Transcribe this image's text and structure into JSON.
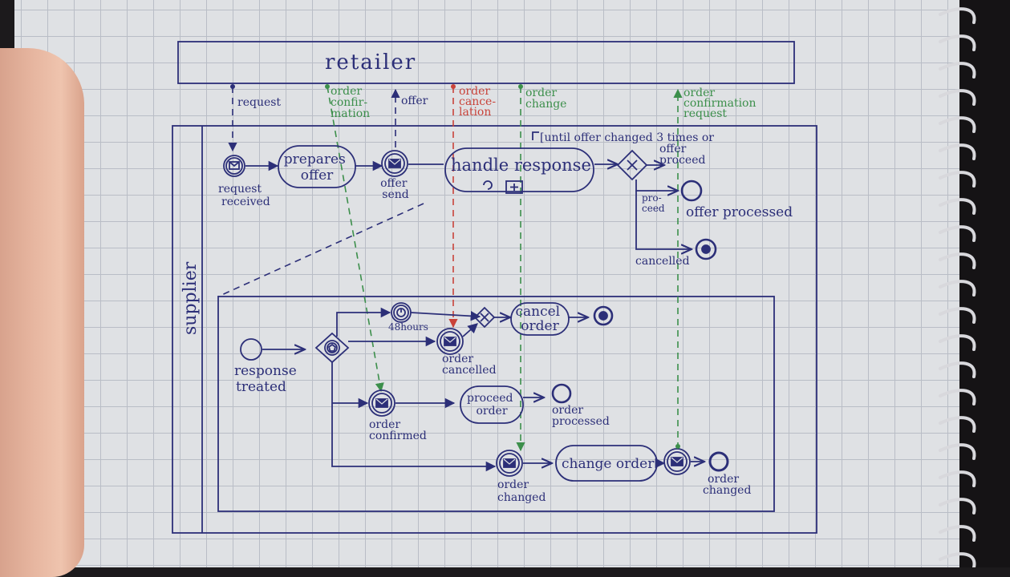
{
  "pools": {
    "retailer": "retailer",
    "supplier": "supplier"
  },
  "messages": {
    "request": "request",
    "order_confirmation": [
      "order",
      "confir-",
      "mation"
    ],
    "offer": "offer",
    "order_cancellation": [
      "order",
      "cance-",
      "lation"
    ],
    "order_change": [
      "order",
      "change"
    ],
    "order_confirmation_request": [
      "order",
      "confirmation",
      "request"
    ]
  },
  "main_flow": {
    "request_received": [
      "request",
      "received"
    ],
    "prepares_offer": [
      "prepares",
      "offer"
    ],
    "offer_send": [
      "offer",
      "send"
    ],
    "handle_response": "handle response",
    "loop_condition": [
      "[until offer changed 3 times or",
      "offer",
      "proceed"
    ],
    "proceed": [
      "pro-",
      "ceed"
    ],
    "offer_processed": "offer processed",
    "cancelled": "cancelled"
  },
  "subprocess": {
    "response_treated": [
      "response",
      "treated"
    ],
    "timer": "48hours",
    "order_cancelled": [
      "order",
      "cancelled"
    ],
    "cancel_order": [
      "cancel",
      "order"
    ],
    "order_confirmed": [
      "order",
      "confirmed"
    ],
    "proceed_order": [
      "proceed",
      "order"
    ],
    "order_processed": [
      "order",
      "processed"
    ],
    "order_changed": [
      "order",
      "changed"
    ],
    "change_order": "change order",
    "order_changed_end": [
      "order",
      "changed"
    ]
  },
  "colors": {
    "ink": "#2c2f78",
    "green": "#3c8f4b",
    "red": "#c9433a",
    "paper": "#dfe1e4"
  }
}
